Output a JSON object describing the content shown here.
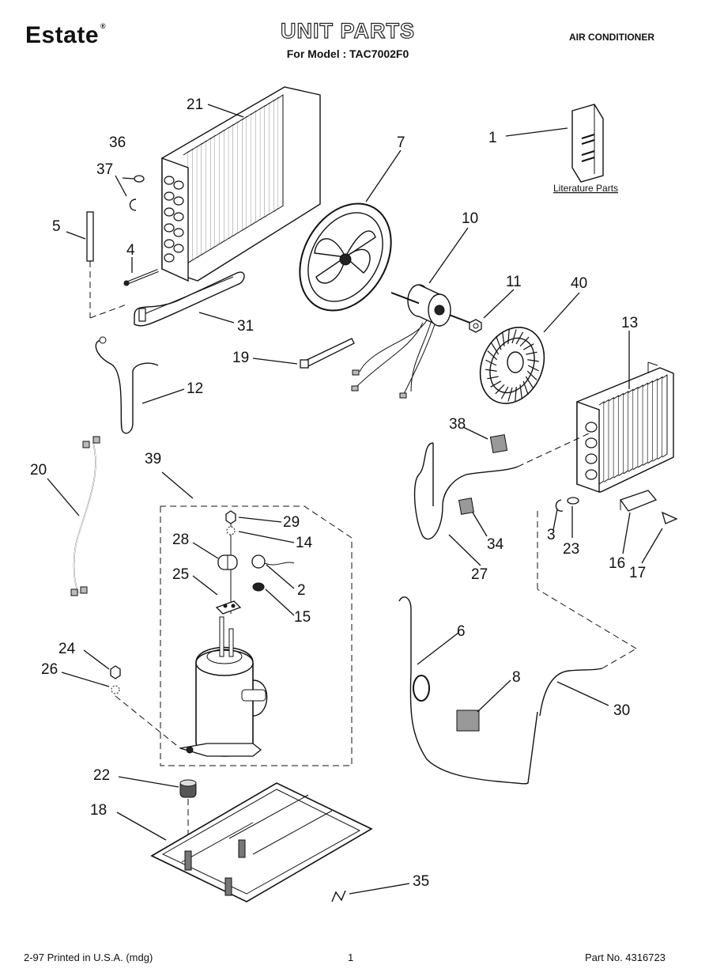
{
  "header": {
    "brand": "Estate",
    "brand_mark": "®",
    "title": "UNIT PARTS",
    "subtitle": "For Model : TAC7002F0",
    "category": "AIR CONDITIONER"
  },
  "literature_label": "Literature Parts",
  "part_numbers": {
    "p1": "1",
    "p2": "2",
    "p3": "3",
    "p4": "4",
    "p5": "5",
    "p6": "6",
    "p7": "7",
    "p8": "8",
    "p10": "10",
    "p11": "11",
    "p12": "12",
    "p13": "13",
    "p14": "14",
    "p15": "15",
    "p16": "16",
    "p17": "17",
    "p18": "18",
    "p19": "19",
    "p20": "20",
    "p21": "21",
    "p22": "22",
    "p23": "23",
    "p24": "24",
    "p25": "25",
    "p26": "26",
    "p27": "27",
    "p28": "28",
    "p29": "29",
    "p30": "30",
    "p31": "31",
    "p34": "34",
    "p35": "35",
    "p36": "36",
    "p37": "37",
    "p38": "38",
    "p39": "39",
    "p40": "40"
  },
  "footer": {
    "print_info": "2-97 Printed in U.S.A. (mdg)",
    "page": "1",
    "part_no": "Part No. 4316723"
  }
}
